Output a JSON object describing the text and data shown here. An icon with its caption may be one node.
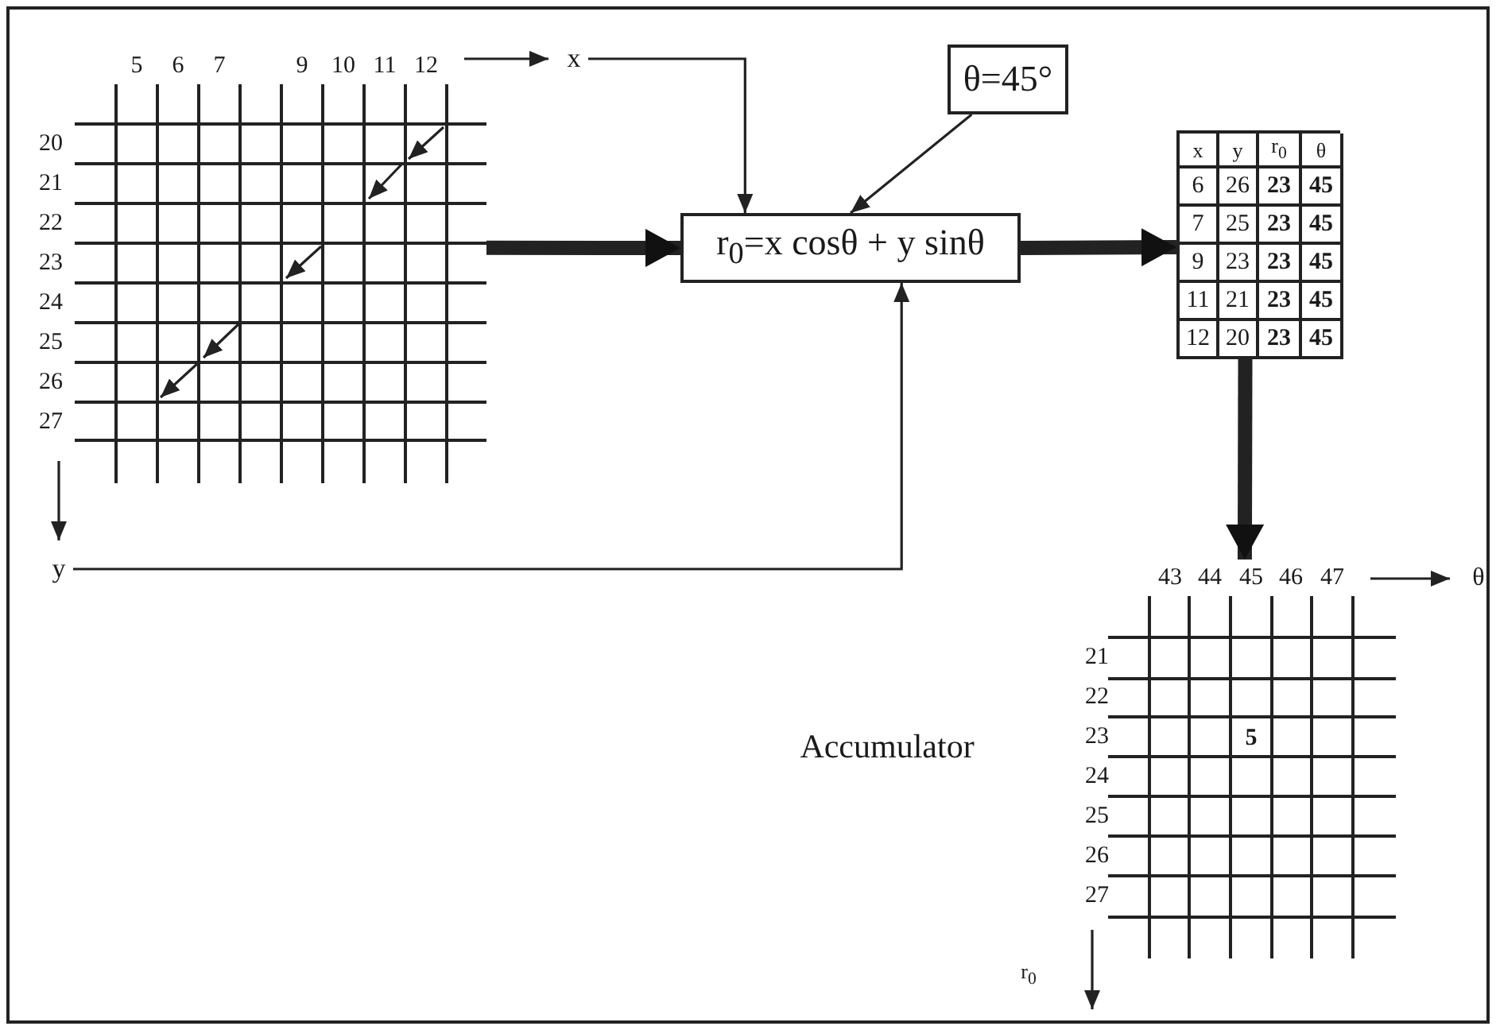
{
  "diagram": {
    "nodes": [
      {
        "text": [],
        "shape": "grid"
      },
      {
        "text": [
          "x"
        ]
      },
      {
        "text": [
          "y"
        ]
      },
      {
        "text": [
          "r$_{0}$=x cosθ + y sinθ"
        ]
      },
      {
        "text": [
          "θ=45°"
        ]
      },
      {
        "text": [],
        "shape": "table"
      },
      {
        "text": [],
        "shape": "grid",
        "beside": [
          "Accumulator"
        ]
      }
    ],
    "edges": [
      {
        "from": 1,
        "to": 3,
        "arrow": "to"
      },
      {
        "from": 2,
        "to": 3,
        "arrow": "to"
      },
      {
        "from": 4,
        "to": 3,
        "arrow": "to"
      },
      {
        "from": 0,
        "to": 3,
        "arrow": "to",
        "style": "thick"
      },
      {
        "from": 3,
        "to": 5,
        "arrow": "to",
        "style": "thick"
      },
      {
        "from": 5,
        "to": 6,
        "arrow": "to",
        "style": "thick"
      }
    ],
    "labels": [
      "5",
      "6",
      "7",
      "9",
      "10",
      "11",
      "12",
      "20",
      "21",
      "22",
      "23",
      "24",
      "25",
      "26",
      "27",
      "x",
      "y",
      "r$_{0}$",
      "θ",
      "6",
      "26",
      "23",
      "45",
      "7",
      "25",
      "23",
      "45",
      "9",
      "23",
      "23",
      "45",
      "11",
      "21",
      "23",
      "45",
      "12",
      "20",
      "23",
      "45",
      "43",
      "44",
      "45",
      "46",
      "47",
      "θ",
      "21",
      "22",
      "23",
      "24",
      "25",
      "26",
      "27",
      "5",
      "r$_{0}$"
    ]
  }
}
